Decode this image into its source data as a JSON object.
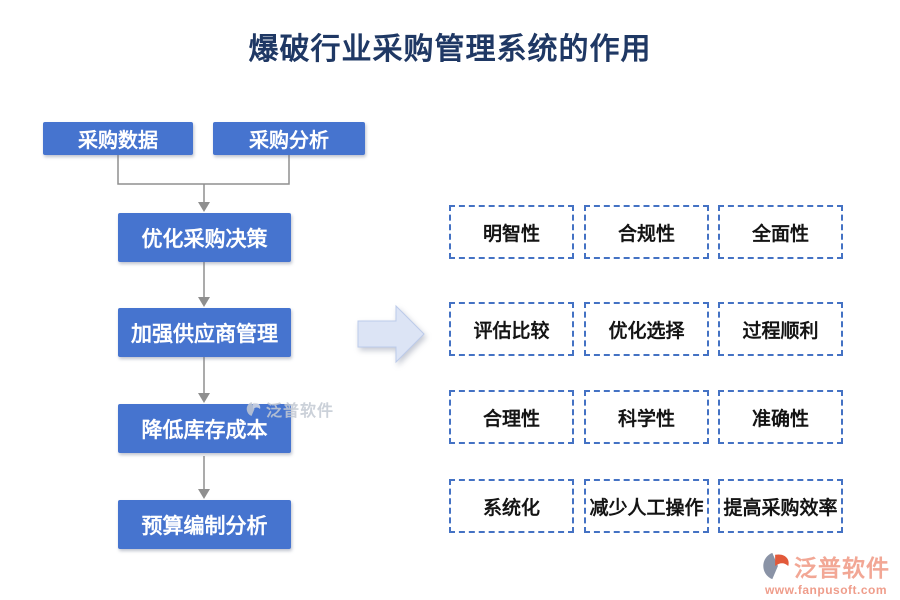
{
  "title": "爆破行业采购管理系统的作用",
  "flowchart": {
    "sources": [
      {
        "label": "采购数据"
      },
      {
        "label": "采购分析"
      }
    ],
    "steps": [
      {
        "label": "优化采购决策"
      },
      {
        "label": "加强供应商管理"
      },
      {
        "label": "降低库存成本"
      },
      {
        "label": "预算编制分析"
      }
    ]
  },
  "benefits": {
    "rows": [
      [
        "明智性",
        "合规性",
        "全面性"
      ],
      [
        "评估比较",
        "优化选择",
        "过程顺利"
      ],
      [
        "合理性",
        "科学性",
        "准确性"
      ],
      [
        "系统化",
        "减少人工操作",
        "提高采购效率"
      ]
    ]
  },
  "watermark": {
    "text": "泛普软件"
  },
  "logo": {
    "name": "泛普软件",
    "url": "www.fanpusoft.com"
  },
  "colors": {
    "title": "#1f3864",
    "box_blue": "#4674cf",
    "dashed_border": "#4472c4",
    "connector_gray": "#8f8f8f",
    "block_arrow_fill": "#dce4f5",
    "logo_salmon": "#f2a795"
  }
}
